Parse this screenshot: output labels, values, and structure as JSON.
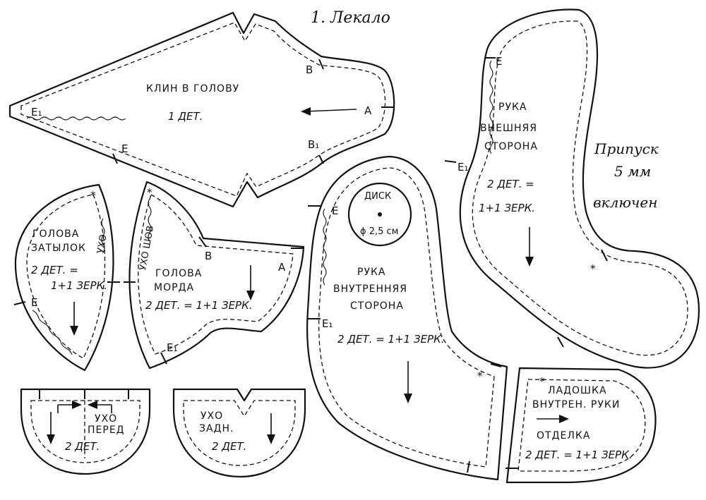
{
  "title": "1. Лекало",
  "allowance_note": [
    "Припуск",
    "5 мм",
    "включен"
  ],
  "pieces": {
    "head_gusset": {
      "name": "КЛИН В ГОЛОВУ",
      "count": "1 ДЕТ."
    },
    "head_back": {
      "name_1": "ГОЛОВА",
      "name_2": "ЗАТЫЛОК",
      "count_1": "2 ДЕТ. =",
      "count_2": "1+1 ЗЕРК.",
      "note": "УХО"
    },
    "head_face": {
      "name_1": "ГОЛОВА",
      "name_2": "МОРДА",
      "count": "2 ДЕТ. = 1+1 ЗЕРК.",
      "note": "УХО ШОВ"
    },
    "ear_front": {
      "name_1": "УХО",
      "name_2": "ПЕРЕД",
      "count": "2 ДЕТ."
    },
    "ear_back": {
      "name_1": "УХО",
      "name_2": "ЗАДН.",
      "count": "2 ДЕТ."
    },
    "arm_inner": {
      "name_1": "РУКА",
      "name_2": "ВНУТРЕННЯЯ",
      "name_3": "СТОРОНА",
      "count": "2 ДЕТ. = 1+1 ЗЕРК."
    },
    "arm_outer": {
      "name_1": "РУКА",
      "name_2": "ВНЕШНЯЯ",
      "name_3": "СТОРОНА",
      "count_1": "2 ДЕТ. =",
      "count_2": "1+1 ЗЕРК."
    },
    "disk": {
      "name": "ДИСК",
      "size": "ϕ 2,5 см"
    },
    "palm": {
      "name_1": "ЛАДОШКА",
      "name_2": "ВНУТРЕН. РУКИ",
      "finish": "ОТДЕЛКА",
      "count": "2 ДЕТ. = 1+1 ЗЕРК."
    }
  },
  "points": {
    "A": "A",
    "B": "B",
    "B1": "B₁",
    "E": "E",
    "E1": "E₁",
    "star": "*"
  }
}
